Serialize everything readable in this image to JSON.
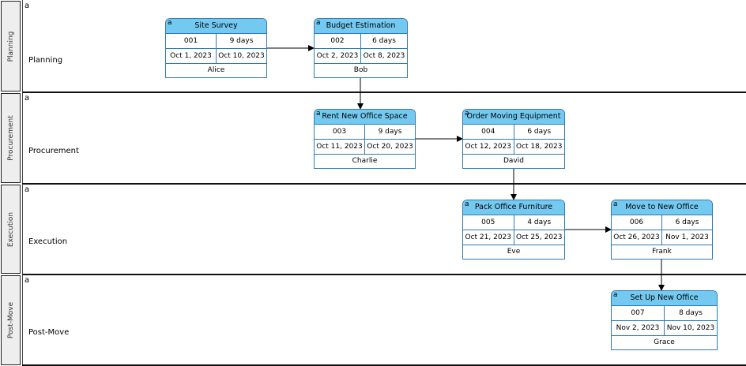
{
  "lane_marker": "a",
  "lanes": [
    {
      "header": "Planning",
      "label": "Planning"
    },
    {
      "header": "Procurement",
      "label": "Procurement"
    },
    {
      "header": "Execution",
      "label": "Execution"
    },
    {
      "header": "Post-Move",
      "label": "Post-Move"
    }
  ],
  "tasks": [
    {
      "marker": "a",
      "title": "Site Survey",
      "id": "001",
      "duration": "9 days",
      "start": "Oct 1, 2023",
      "end": "Oct 10, 2023",
      "resource": "Alice"
    },
    {
      "marker": "a",
      "title": "Budget Estimation",
      "id": "002",
      "duration": "6 days",
      "start": "Oct 2, 2023",
      "end": "Oct 8, 2023",
      "resource": "Bob"
    },
    {
      "marker": "a",
      "title": "Rent New Office Space",
      "id": "003",
      "duration": "9 days",
      "start": "Oct 11, 2023",
      "end": "Oct 20, 2023",
      "resource": "Charlie"
    },
    {
      "marker": "a",
      "title": "Order Moving Equipment",
      "id": "004",
      "duration": "6 days",
      "start": "Oct 12, 2023",
      "end": "Oct 18, 2023",
      "resource": "David"
    },
    {
      "marker": "a",
      "title": "Pack Office Furniture",
      "id": "005",
      "duration": "4 days",
      "start": "Oct 21, 2023",
      "end": "Oct 25, 2023",
      "resource": "Eve"
    },
    {
      "marker": "a",
      "title": "Move to New Office",
      "id": "006",
      "duration": "6 days",
      "start": "Oct 26, 2023",
      "end": "Nov 1, 2023",
      "resource": "Frank"
    },
    {
      "marker": "a",
      "title": "Set Up New Office",
      "id": "007",
      "duration": "8 days",
      "start": "Nov 2, 2023",
      "end": "Nov 10, 2023",
      "resource": "Grace"
    }
  ],
  "dependencies": [
    {
      "from": "001",
      "to": "002"
    },
    {
      "from": "002",
      "to": "003"
    },
    {
      "from": "003",
      "to": "004"
    },
    {
      "from": "004",
      "to": "005"
    },
    {
      "from": "005",
      "to": "006"
    },
    {
      "from": "006",
      "to": "007"
    }
  ]
}
